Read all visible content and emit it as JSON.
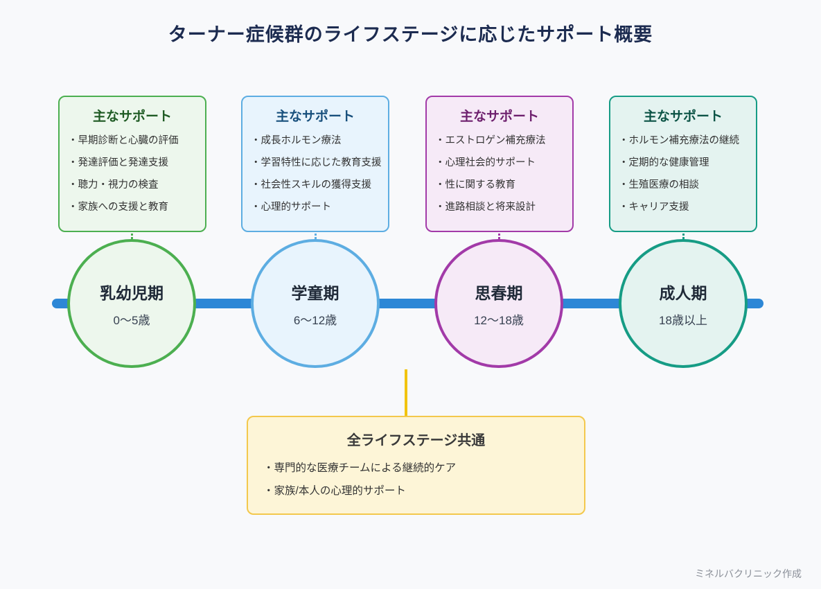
{
  "title": "ターナー症候群のライフステージに応じたサポート概要",
  "credit": "ミネルバクリニック作成",
  "timeline_color": "#2d87d6",
  "stages": [
    {
      "name": "乳幼児期",
      "age": "0〜5歳",
      "support_title": "主なサポート",
      "accent": "#4caf50",
      "bg": "#edf7ed",
      "items": [
        "早期診断と心臓の評価",
        "発達評価と発達支援",
        "聴力・視力の検査",
        "家族への支援と教育"
      ]
    },
    {
      "name": "学童期",
      "age": "6〜12歳",
      "support_title": "主なサポート",
      "accent": "#5dade2",
      "bg": "#e8f4fd",
      "items": [
        "成長ホルモン療法",
        "学習特性に応じた教育支援",
        "社会性スキルの獲得支援",
        "心理的サポート"
      ]
    },
    {
      "name": "思春期",
      "age": "12〜18歳",
      "support_title": "主なサポート",
      "accent": "#a23aa8",
      "bg": "#f6eaf7",
      "items": [
        "エストロゲン補充療法",
        "心理社会的サポート",
        "性に関する教育",
        "進路相談と将来設計"
      ]
    },
    {
      "name": "成人期",
      "age": "18歳以上",
      "support_title": "主なサポート",
      "accent": "#169c85",
      "bg": "#e4f3f0",
      "items": [
        "ホルモン補充療法の継続",
        "定期的な健康管理",
        "生殖医療の相談",
        "キャリア支援"
      ]
    }
  ],
  "common": {
    "title": "全ライフステージ共通",
    "accent": "#f3c84c",
    "bg": "#fdf5d7",
    "items": [
      "専門的な医療チームによる継続的ケア",
      "家族/本人の心理的サポート"
    ]
  }
}
